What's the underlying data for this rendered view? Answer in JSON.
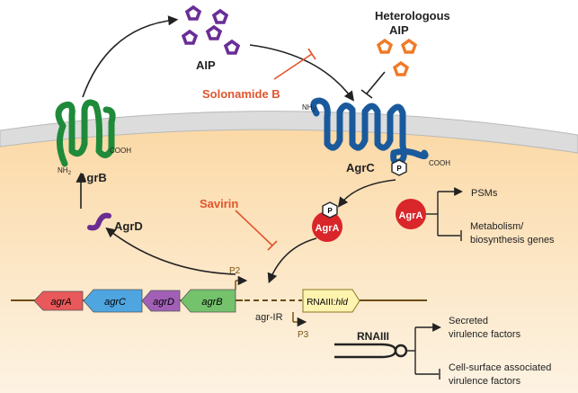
{
  "labels": {
    "aip": "AIP",
    "heterologous_line1": "Heterologous",
    "heterologous_line2": "AIP",
    "solonamide": "Solonamide B",
    "savirin": "Savirin",
    "agrb": "AgrB",
    "agrc": "AgrC",
    "agrd": "AgrD",
    "agra": "AgrA",
    "p_mark": "P",
    "nh2": "NH",
    "nh2_sub": "2",
    "cooh": "COOH",
    "psms": "PSMs",
    "metab_line1": "Metabolism/",
    "metab_line2": "biosynthesis genes",
    "p2": "P2",
    "p3": "P3",
    "agr_ir": "agr-IR",
    "rnaiii": "RNAIII",
    "rnaiii_hld_prefix": "RNAIII:",
    "rnaiii_hld_gene": "hld",
    "secreted_line1": "Secreted",
    "secreted_line2": "virulence factors",
    "surface_line1": "Cell-surface associated",
    "surface_line2": "virulence factors"
  },
  "genes": [
    {
      "name": "agrA",
      "color": "#e9585a"
    },
    {
      "name": "agrC",
      "color": "#4ea5e0"
    },
    {
      "name": "agrD",
      "color": "#a160b6"
    },
    {
      "name": "agrB",
      "color": "#74c26c"
    }
  ],
  "colors": {
    "membrane": "#d9d9d9",
    "cytoplasm": "#fbe3bd",
    "agrb": "#1f8a3a",
    "agrc": "#1a5a9c",
    "aip": "#6a2d96",
    "heterologous": "#ef7a28",
    "inhibitor": "#e0552c",
    "agra": "#d9262a",
    "agrd": "#6b2d91",
    "rnaiii_box": "#fff3b0",
    "promoter": "#7a5514"
  }
}
